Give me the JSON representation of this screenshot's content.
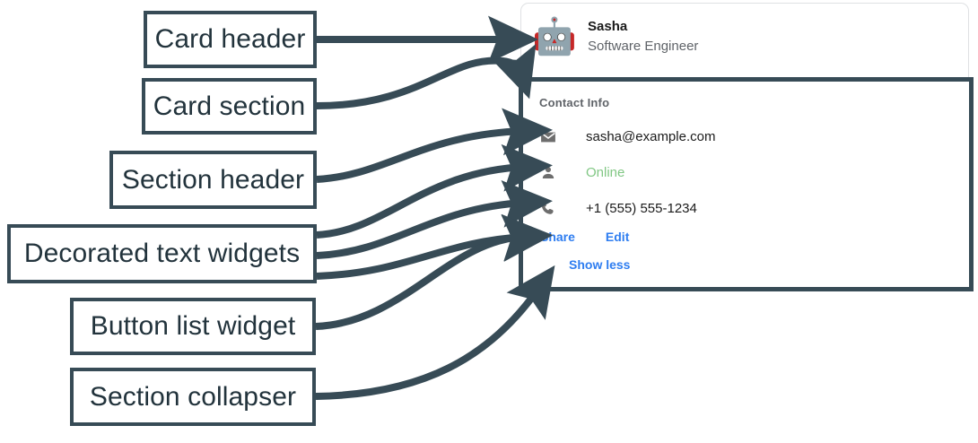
{
  "annotations": [
    {
      "id": "card-header",
      "label": "Card header"
    },
    {
      "id": "card-section",
      "label": "Card section"
    },
    {
      "id": "section-header",
      "label": "Section header"
    },
    {
      "id": "decorated-text",
      "label": "Decorated text widgets"
    },
    {
      "id": "button-list",
      "label": "Button list widget"
    },
    {
      "id": "section-collapser",
      "label": "Section collapser"
    }
  ],
  "card": {
    "header": {
      "avatar_icon": "robot-avatar-icon",
      "avatar_glyph": "🤖",
      "title": "Sasha",
      "subtitle": "Software Engineer"
    },
    "section": {
      "header": "Contact Info",
      "rows": [
        {
          "icon": "email-icon",
          "text": "sasha@example.com",
          "status": false
        },
        {
          "icon": "person-icon",
          "text": "Online",
          "status": true
        },
        {
          "icon": "phone-icon",
          "text": "+1 (555) 555-1234",
          "status": false
        }
      ],
      "buttons": [
        {
          "label": "Share"
        },
        {
          "label": "Edit"
        }
      ],
      "collapser": {
        "label": "Show less"
      }
    }
  },
  "colors": {
    "annotation_stroke": "#374b56",
    "annotation_text": "#22333c",
    "card_border": "#dfe1e3",
    "link_blue": "#2e7df0",
    "status_green": "#81c784",
    "muted_gray": "#5f6368",
    "icon_gray": "#6d6d6d"
  }
}
